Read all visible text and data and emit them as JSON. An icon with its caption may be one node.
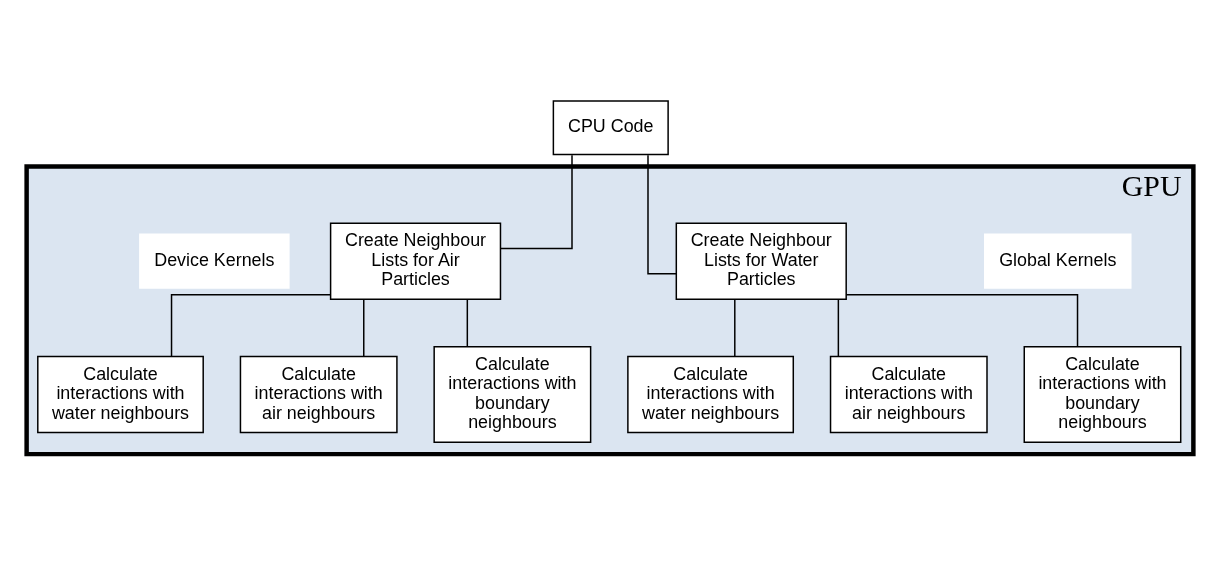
{
  "diagram": {
    "nodes": [
      {
        "text": [
          "CPU Code"
        ]
      },
      {
        "text": [
          "GPU"
        ]
      },
      {
        "text": [
          "Global Kernels"
        ],
        "in": 1
      },
      {
        "text": [
          "Create Neighbour Lists for Water Particles"
        ],
        "in": 1
      },
      {
        "text": [
          "Create Neighbour Lists for Air Particles"
        ],
        "in": 1
      },
      {
        "text": [
          "Device Kernels"
        ],
        "in": 1
      },
      {
        "text": [
          "Calculate interactions with water neighbours"
        ],
        "in": 1
      },
      {
        "text": [
          "Calculate interactions with air neighbours"
        ],
        "in": 1
      },
      {
        "text": [
          "Calculate interactions with boundary neighbours"
        ],
        "in": 1
      },
      {
        "text": [
          "Calculate interactions with water neighbours"
        ],
        "in": 1
      },
      {
        "text": [
          "Calculate interactions with air neighbours"
        ],
        "in": 1
      },
      {
        "text": [
          "Calculate interactions with boundary neighbours"
        ],
        "in": 1
      }
    ],
    "edges": [
      {
        "from": 0,
        "to": 3,
        "arrow": "none"
      },
      {
        "from": 0,
        "to": 4,
        "arrow": "none"
      },
      {
        "from": 3,
        "to": 6,
        "arrow": "none"
      },
      {
        "from": 3,
        "to": 7,
        "arrow": "none"
      },
      {
        "from": 3,
        "to": 8,
        "arrow": "none"
      },
      {
        "from": 4,
        "to": 9,
        "arrow": "none"
      },
      {
        "from": 4,
        "to": 10,
        "arrow": "none"
      },
      {
        "from": 4,
        "to": 11,
        "arrow": "none"
      }
    ]
  }
}
